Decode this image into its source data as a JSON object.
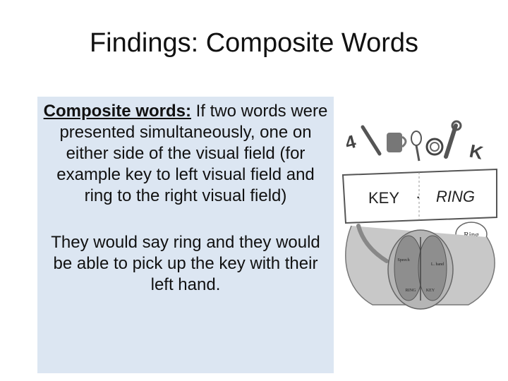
{
  "slide": {
    "title": "Findings: Composite Words"
  },
  "textbox": {
    "lead": "Composite words:",
    "paragraph1": " If two words were presented simultaneously, one on either side of the visual field (for example key to left visual field and ring to the right visual field)",
    "paragraph2": "They would say ring and they would be able to pick up the key with their left hand."
  },
  "illustration": {
    "screen_left_word": "KEY",
    "screen_separator": "·",
    "screen_right_word": "RING",
    "speech_bubble": "Ring",
    "left_hemisphere_label": "Speech",
    "right_hemisphere_label": "L. hand",
    "left_bottom_label": "RING",
    "right_bottom_label": "KEY",
    "object_letter_left": "4",
    "object_letter_right": "K"
  }
}
